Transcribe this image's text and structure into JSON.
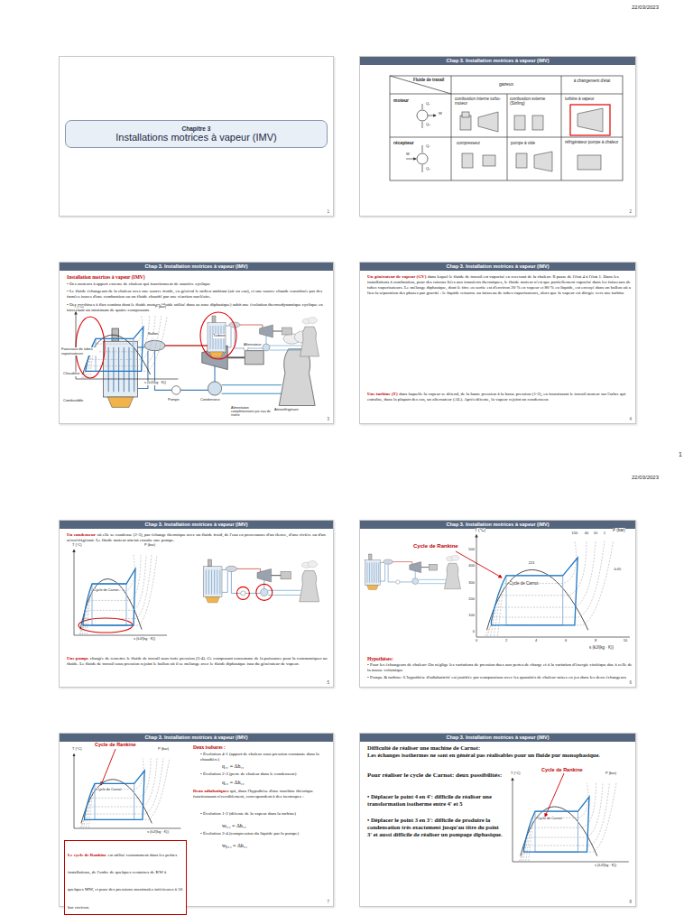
{
  "diagram": {
    "nodes": [
      {
        "text": [
          "1"
        ]
      },
      {
        "text": [
          "Chapitre 3",
          "Installations motrices à vapeur (IMV)"
        ],
        "in": 0
      },
      {
        "text": [
          "Chap 3. Installation motrices à vapeur (IMV)",
          "2"
        ]
      },
      {
        "text": [
          "Chap 3. Installation motrices à vapeur (IMV)",
          "Installation motrices à vapeur (IMV)",
          "• Des moteurs à apport externe de chaleur qui fonctionnent de manière cyclique",
          "• Le fluide échangeant de la chaleur avec une source froide, en général le milieu ambiant (air ou eau), et une source chaude constituée par des fumées issues d'une combustion ou un fluide chauffé par une réaction nucléaire.",
          "• Des machines à flux continu dont le fluide moteur (fluide utilisé dans sa zone diphasique) subit une évolution thermodynamique cyclique en traversant un minimum de quatre composants",
          "3"
        ]
      },
      {
        "text": [
          "Chap 3. Installation motrices à vapeur (IMV)",
          "Un générateur de vapeur (GV)",
          "dans lequel le fluide de travail est vaporisé en recevant de la chaleur. Il passe de l'état 4 à l'état 1. Dans les installations à combustion, pour des raisons liées aux transferts thermiques, le fluide moteur n'est que partiellement vaporisé dans les faisceaux de tubes vaporisateurs. Le mélange diphasique, dont le titre en sortie est d'environ 20 % en vapeur et 80 % en liquide, est envoyé dans un ballon où a lieu la séparation des phases par gravité : le liquide retourne au faisceau de tubes vaporisateurs, alors que la vapeur est dirigée vers une turbine",
          "Une turbine (T)",
          "dans laquelle la vapeur se détend, de la haute pression à la basse pression (1-2), en fournissant le travail moteur sur l'arbre qui entraîne, dans la plupart des cas, un alternateur (AL). Après détente, la vapeur rejoint un condenseur.",
          "4"
        ]
      },
      {
        "text": [
          "Chap 3. Installation motrices à vapeur (IMV)",
          "Un condenseur",
          "où elle se condense (2-3), par échange thermique avec un fluide froid, de l'eau en provenance d'un fleuve, d'une rivière ou d'un aéroréfrigérant. Le fluide moteur atteint ensuite une pompe.",
          "Une pompe",
          "chargée de remettre le fluide de travail sous forte pression (3-4). Ce composant consomme de la puissance pour la communiquer au fluide. Le fluide de travail sous pression rejoint le ballon où il se mélange avec le fluide diphasique issu du générateur de vapeur.",
          "5"
        ]
      },
      {
        "text": [
          "Chap 3. Installation motrices à vapeur (IMV)",
          "Hypothèses:",
          "• Pour les échangeurs de chaleur: On néglige les variations de pression dues aux pertes de charge et à la variation d'énergie cinétique due à celle de la masse volumique",
          "• Pompe & turbine: L'hypothèse d'adiabaticité est justifiée par comparaison avec les quantités de chaleur mises en jeu dans les deux échangeurs",
          "6"
        ]
      },
      {
        "text": [
          "Chap 3. Installation motrices à vapeur (IMV)",
          "Deux isobares :",
          "• Évolution 4-1 (apport de chaleur sous pression constante dans la chaudière)",
          "q₄₁ = Δh₄₁",
          "• Évolution 2-3 (perte de chaleur dans le condenseur)",
          "q₂₃ = Δh₂₃",
          "Deux adiabatiques",
          "qui, dans l'hypothèse d'une machine théorique fonctionnant réversiblement, correspondent à des isentropes :",
          "• Évolution 1-2 (détente de la vapeur dans la turbine)",
          "wₜ₁₂ = Δh₁₂",
          "• Évolution 3-4 (compression du liquide par la pompe)",
          "wₚ₃₄ = Δh₃₄",
          "7"
        ]
      },
      {
        "text": [
          "Le cycle de Rankine",
          "est utilisé couramment dans les petites installations, de l'ordre de quelques centaines de KW à quelques MW, et pour des pressions maximales inférieures à 50 bar environ."
        ],
        "in": 7
      },
      {
        "text": [
          "Chap 3. Installation motrices à vapeur (IMV)",
          "Difficulté de réaliser une machine de Carnot:",
          "Les échanges isothermes ne sont en général pas réalisables pour un fluide pur monophasique.",
          "Pour réaliser le cycle de Carnot: deux possibilités:",
          "• Déplacer le point 4 en 4': difficile de réaliser une transformation isotherme entre 4' et 5",
          "• Déplacer le point 3 en 3': difficile de produire la condensation très exactement jusqu'au titre du point 3' et aussi difficile de réaliser un pompage diphasique.",
          "8"
        ]
      }
    ],
    "labels": [
      "22/03/2023",
      "1",
      "22/03/2023",
      "Fluide de travail",
      "gazeux",
      "à changement d'état",
      "moteur",
      "Q₁",
      "W",
      "Q₂",
      "combustion interne turbo-moteur",
      "combustion externe (Stirling)",
      "turbine à vapeur",
      "récepteur",
      "Q₁",
      "W",
      "Q₂",
      "compresseur",
      "pompe à vide",
      "réfrigérateur pompe à chaleur",
      "Faisceaux de tubes vaporisateurs",
      "Chaudière",
      "Combustible",
      "Ballon",
      "Turbine",
      "Alternateur",
      "Condenseur",
      "Pompe",
      "Aéroréfrigérant",
      "Alimentation complémentaire par eau de rivière",
      "Cycle de Rankine",
      "P (bar)",
      "T (°C)",
      "s (kJ/(kg · K))",
      "Cycle de Carnot",
      "221",
      "150",
      "40",
      "10",
      "1",
      "0.05",
      "500",
      "400",
      "300",
      "200",
      "100",
      "0",
      "0",
      "2",
      "4",
      "6",
      "8",
      "10",
      "Cycle de Rankine",
      "P (bar)",
      "T (°C)",
      "s (kJ/(kg · K))",
      "Cycle de Carnot",
      "T (°C)",
      "P (bar)",
      "s (kJ/(kg · K))",
      "Cycle de Carnot",
      "Cycle de Rankine",
      "P (bar)",
      "T (°C)",
      "s (kJ/(kg · K))",
      "Cycle de Carnot",
      "T (°C)",
      "P (bar)",
      "s (kJ/(kg · K))"
    ]
  }
}
